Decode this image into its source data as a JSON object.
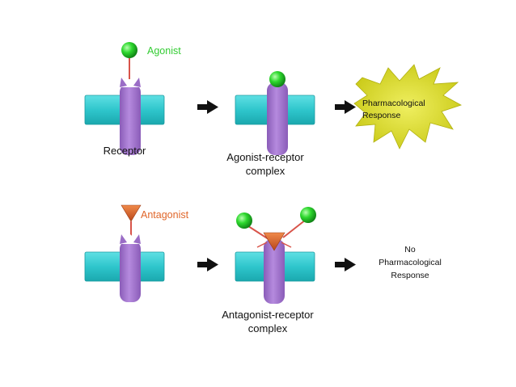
{
  "labels": {
    "agonist": "Agonist",
    "receptor": "Receptor",
    "agonist_receptor_complex_line1": "Agonist-receptor",
    "agonist_receptor_complex_line2": "complex",
    "pharmacological_response_line1": "Pharmacological",
    "pharmacological_response_line2": "Response",
    "antagonist": "Antagonist",
    "antagonist_receptor_complex_line1": "Antagonist-receptor",
    "antagonist_receptor_complex_line2": "complex",
    "no_response_line1": "No",
    "no_response_line2": "Pharmacological",
    "no_response_line3": "Response"
  },
  "colors": {
    "membrane": "#35c9cf",
    "receptor": "#a57ad0",
    "agonist": "#2ec92e",
    "antagonist": "#e0662a",
    "response_burst": "#dada1f",
    "arrow": "#111111"
  }
}
